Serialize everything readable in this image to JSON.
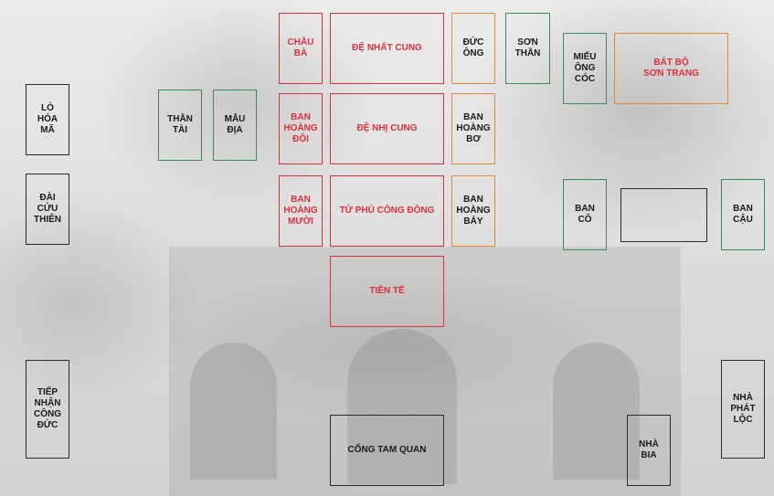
{
  "colors": {
    "black": "#2b2b2b",
    "red": "#e0303a",
    "orange": "#e08a3a",
    "green": "#3a8a5a"
  },
  "labels": {
    "lo_hoa_ma": "LÒ\nHÓA\nMÃ",
    "dai_cuu_thien": "ĐÀI\nCỬU\nTHIÊN",
    "tiep_nhan_cong_duc": "TIẾP\nNHẬN\nCÔNG\nĐỨC",
    "than_tai": "THẦN\nTÀI",
    "mau_dia": "MẪU\nĐỊA",
    "chau_ba": "CHẦU\nBÀ",
    "de_nhat_cung": "ĐỆ NHẤT CUNG",
    "duc_ong": "ĐỨC\nÔNG",
    "son_than": "SƠN\nTHẦN",
    "mieu_ong_coc": "MIẾU\nÔNG\nCÓC",
    "bat_bo_son_trang": "BÁT BỘ\nSƠN TRANG",
    "ban_hoang_doi": "BAN\nHOÀNG\nĐÔI",
    "de_nhi_cung": "ĐỆ NHỊ CUNG",
    "ban_hoang_bo": "BAN\nHOÀNG\nBƠ",
    "ban_hoang_muoi": "BAN\nHOÀNG\nMƯỜI",
    "tu_phu_cong_dong": "TỨ PHỦ CÔNG ĐỒNG",
    "ban_hoang_bay": "BAN\nHOÀNG\nBẢY",
    "ban_co": "BAN\nCÔ",
    "blank_box": "",
    "ban_cau": "BAN\nCẬU",
    "tien_te": "TIỀN TẾ",
    "cong_tam_quan": "CỔNG TAM QUAN",
    "nha_bia": "NHÀ\nBIA",
    "nha_phat_loc": "NHÀ\nPHÁT\nLỘC"
  }
}
